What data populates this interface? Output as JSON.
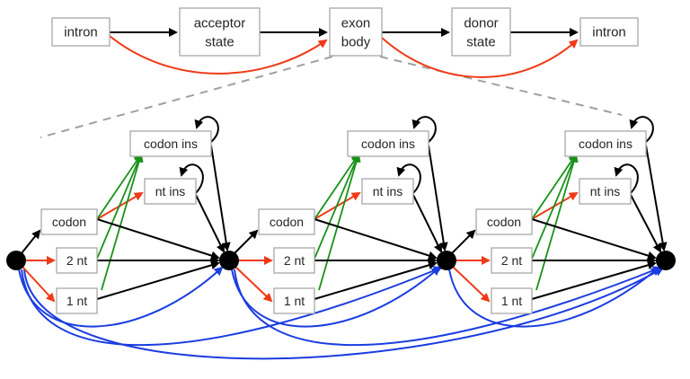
{
  "top_row": {
    "nodes": [
      {
        "id": "intron_left",
        "label": "intron"
      },
      {
        "id": "acceptor",
        "label": "acceptor state"
      },
      {
        "id": "exon_body",
        "label": "exon body"
      },
      {
        "id": "donor",
        "label": "donor state"
      },
      {
        "id": "intron_right",
        "label": "intron"
      }
    ],
    "edges": [
      {
        "from": "intron_left",
        "to": "acceptor",
        "color": "black"
      },
      {
        "from": "acceptor",
        "to": "exon_body",
        "color": "black"
      },
      {
        "from": "intron_left",
        "to": "exon_body",
        "color": "red"
      },
      {
        "from": "exon_body",
        "to": "donor",
        "color": "black"
      },
      {
        "from": "donor",
        "to": "intron_right",
        "color": "black"
      },
      {
        "from": "exon_body",
        "to": "intron_right",
        "color": "red"
      }
    ]
  },
  "expansion": {
    "expands": "exon_body",
    "blocks": [
      {
        "codon": "codon",
        "two_nt": "2 nt",
        "one_nt": "1 nt",
        "codon_ins": "codon ins",
        "nt_ins": "nt ins"
      },
      {
        "codon": "codon",
        "two_nt": "2 nt",
        "one_nt": "1 nt",
        "codon_ins": "codon ins",
        "nt_ins": "nt ins"
      },
      {
        "codon": "codon",
        "two_nt": "2 nt",
        "one_nt": "1 nt",
        "codon_ins": "codon ins",
        "nt_ins": "nt ins"
      }
    ],
    "junction_count": 4,
    "edge_colors": {
      "black": "#000000",
      "red": "#f03a17",
      "green": "#189218",
      "blue": "#1a3de0",
      "dashed": "#a0a0a0"
    }
  }
}
